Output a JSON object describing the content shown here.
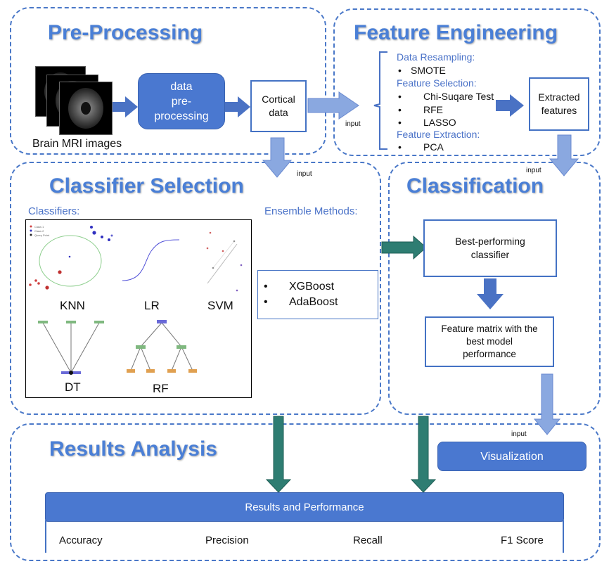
{
  "preprocessing": {
    "title": "Pre-Processing",
    "mri_label": "Brain MRI images",
    "data_box": "data\npre-\nprocessing",
    "cortical_box": "Cortical\ndata"
  },
  "feature_engineering": {
    "title": "Feature Engineering",
    "resampling_heading": "Data Resampling:",
    "resampling_items": [
      "SMOTE"
    ],
    "selection_heading": "Feature Selection:",
    "selection_items": [
      "Chi-Suqare Test",
      "RFE",
      "LASSO"
    ],
    "extraction_heading": "Feature Extraction:",
    "extraction_items": [
      "PCA"
    ],
    "extracted_box": "Extracted\nfeatures",
    "input_label": "input"
  },
  "classifier_selection": {
    "title": "Classifier Selection",
    "input_label": "input",
    "classifiers_heading": "Classifiers:",
    "ensemble_heading": "Ensemble Methods:",
    "classifier_labels": [
      "KNN",
      "LR",
      "SVM",
      "DT",
      "RF"
    ],
    "knn_legend": [
      "Class 1",
      "Class 2",
      "Query Point"
    ],
    "ensemble_items": [
      "XGBoost",
      "AdaBoost"
    ]
  },
  "classification": {
    "title": "Classification",
    "input_label": "input",
    "best_box": "Best-performing\nclassifier",
    "matrix_box": "Feature matrix with the\nbest model\nperformance"
  },
  "results": {
    "title": "Results Analysis",
    "input_label": "input",
    "visualization": "Visualization",
    "header": "Results and Performance",
    "metrics": [
      "Accuracy",
      "Precision",
      "Recall",
      "F1 Score"
    ]
  },
  "colors": {
    "region_border": "#4a78c8",
    "title_blue": "#4a7fd6",
    "box_fill": "#4a78d0",
    "arrow_blue": "#4a72c4",
    "arrow_light": "#8aa8e0",
    "arrow_teal": "#2e7d72"
  }
}
